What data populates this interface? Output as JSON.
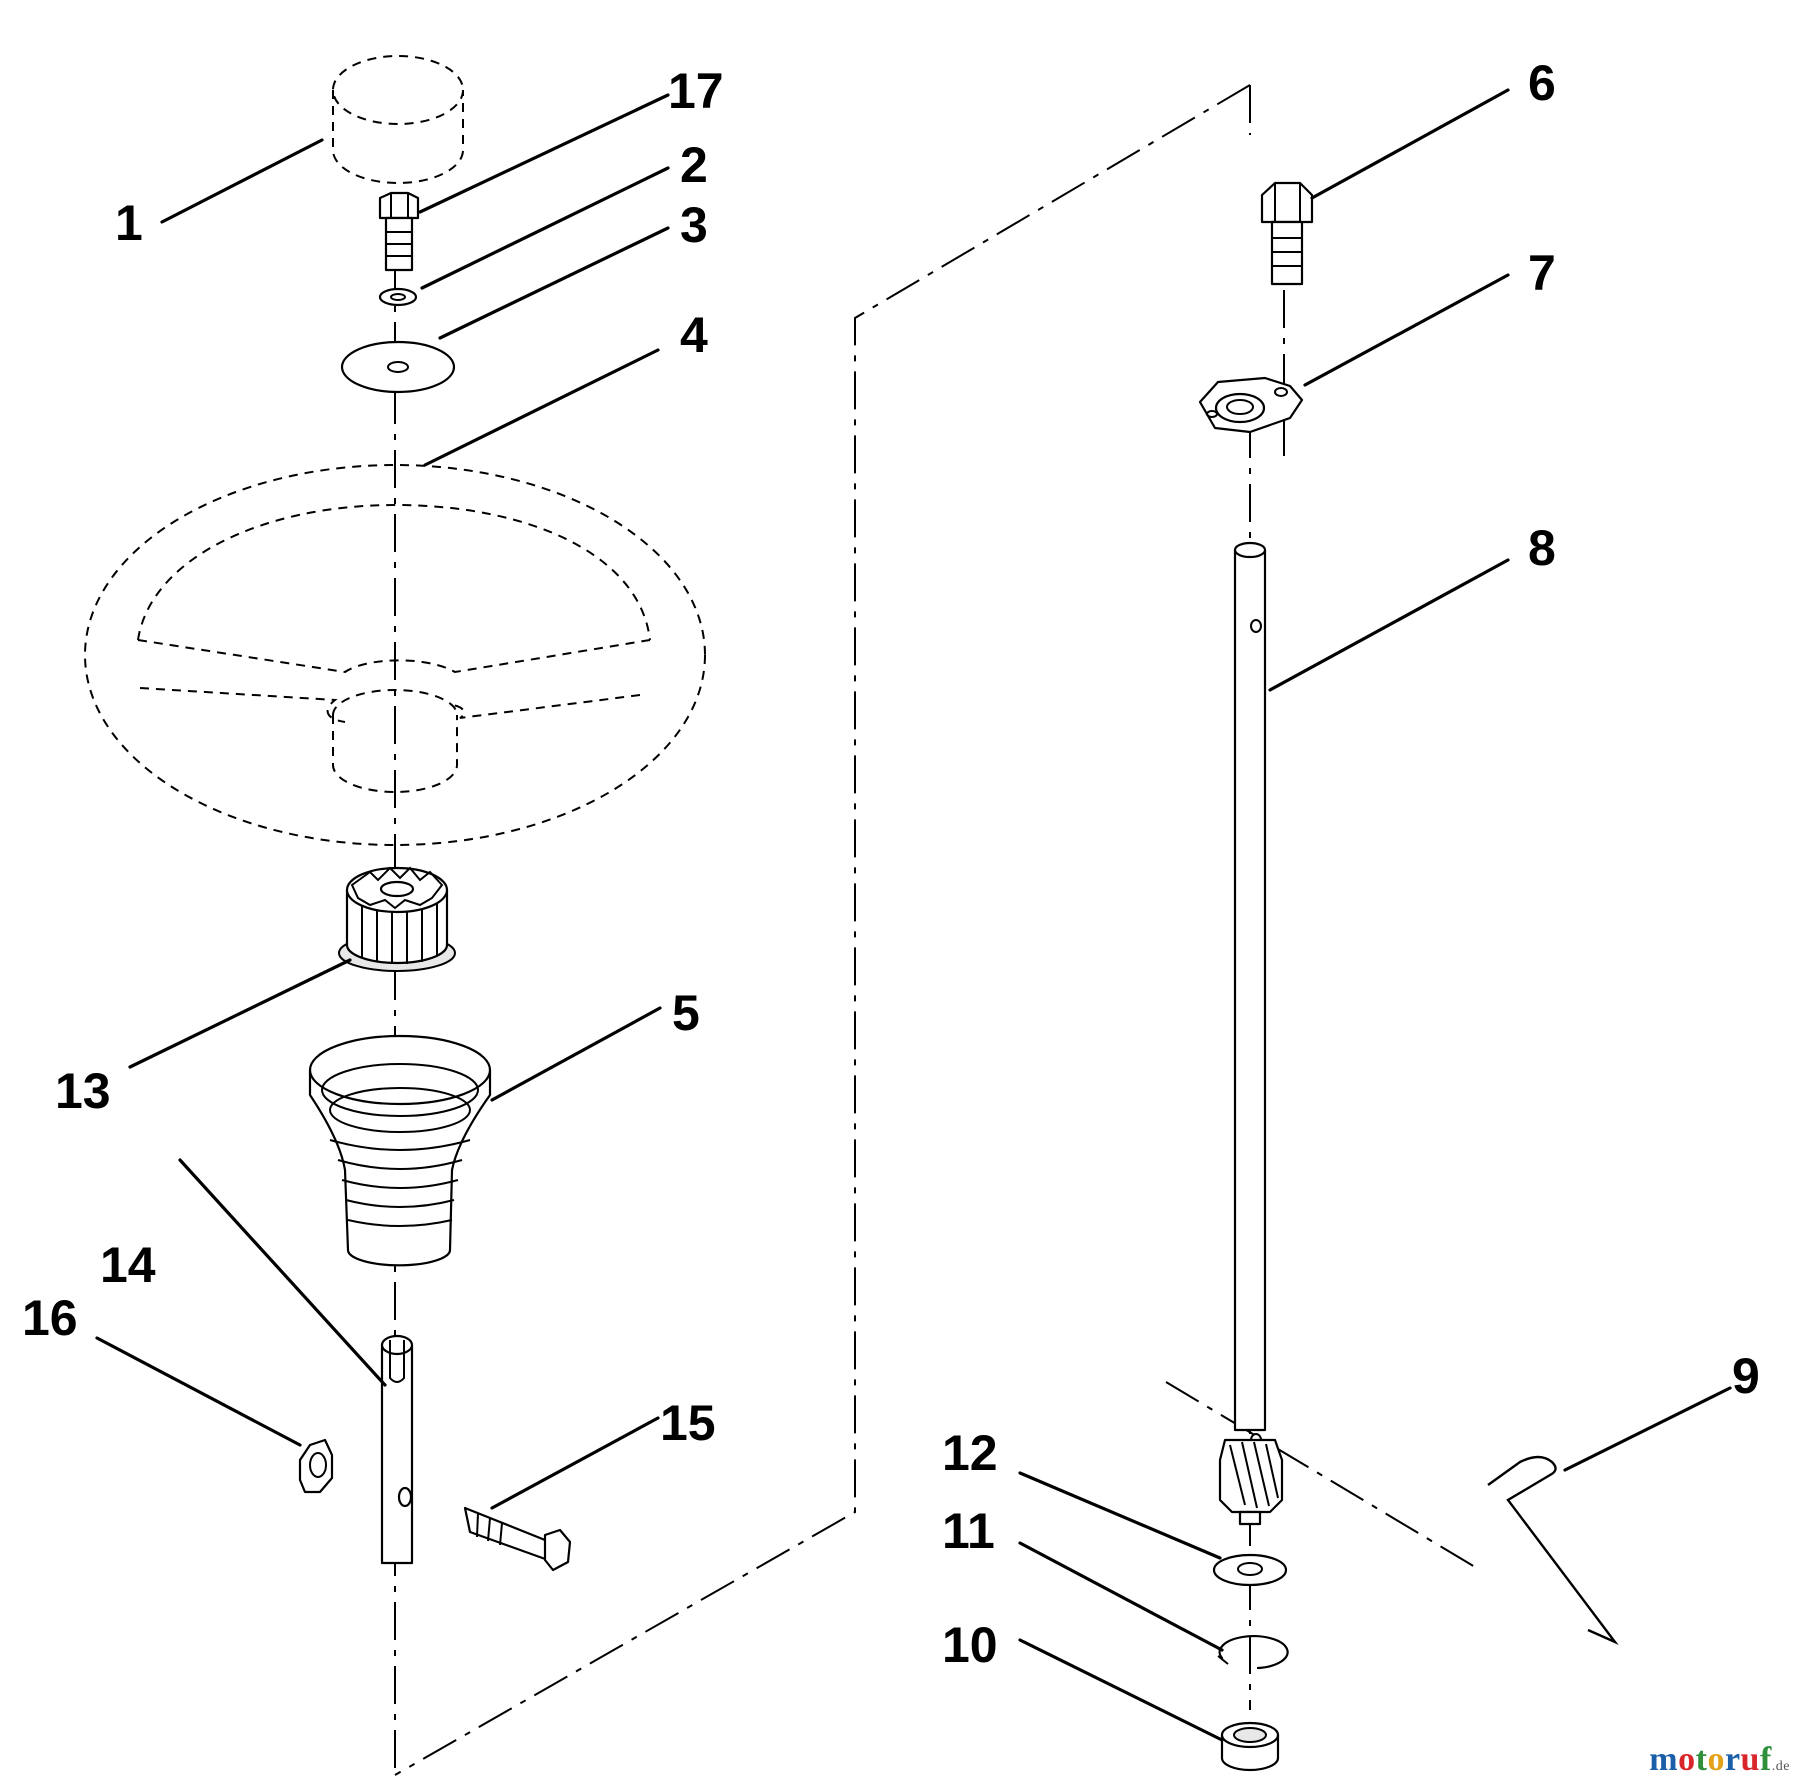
{
  "callouts": {
    "c1": "1",
    "c2": "2",
    "c3": "3",
    "c4": "4",
    "c5": "5",
    "c6": "6",
    "c7": "7",
    "c8": "8",
    "c9": "9",
    "c10": "10",
    "c11": "11",
    "c12": "12",
    "c13": "13",
    "c14": "14",
    "c15": "15",
    "c16": "16",
    "c17": "17"
  },
  "watermark": {
    "text": "motoruf",
    "suffix": ".de",
    "letter_colors": [
      "#1a5fa8",
      "#d8262b",
      "#2f8f3a",
      "#e3a21a",
      "#1a5fa8",
      "#d8262b",
      "#2f8f3a"
    ]
  }
}
